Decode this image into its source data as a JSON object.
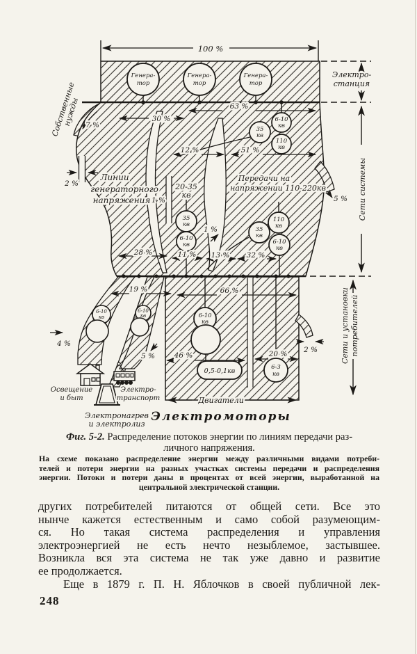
{
  "page": {
    "number": "248"
  },
  "colors": {
    "paper": "#f5f3ec",
    "ink": "#1c1a17"
  },
  "diagram": {
    "sections": {
      "station_l1": "Электро-",
      "station_l2": "станция",
      "system_nets": "Сети системы",
      "consumer_nets_l1": "Сети и установки",
      "consumer_nets_l2": "потребителей"
    },
    "labels": {
      "generator_l1": "Генера-",
      "generator_l2": "тор",
      "own_needs_l1": "Собственные",
      "own_needs_l2": "нужды",
      "gen_lines_l1": "Линии",
      "gen_lines_l2": "генераторного",
      "gen_lines_l3": "напряжения",
      "transmission_l1": "Передачи на",
      "transmission_l2": "напряжении 110-220кв",
      "v2035_l1": "20-35",
      "v2035_l2": "кв",
      "lighting_l1": "Освещение",
      "lighting_l2": "и быт",
      "transport_l1": "Электро-",
      "transport_l2": "транспорт",
      "heating_l1": "Электронагрев",
      "heating_l2": "и электролиз",
      "motors_dim": "Двигатели",
      "motors_title": "Электромоторы"
    },
    "xfmr": {
      "v35": "35",
      "v110": "110",
      "v610": "6-10",
      "v63": "6-3",
      "kv": "кв",
      "v0501": "0,5-0,1кв"
    },
    "pct": {
      "p100": "100 %",
      "p7": "7 %",
      "p30": "30 %",
      "p63": "63 %",
      "p2a": "2 %",
      "p12": "12 %",
      "p51": "51 %",
      "p1a": "1 %",
      "p1b": "1 %",
      "p5a": "5 %",
      "p28": "28 %",
      "p11": "11 %",
      "p13": "13 %",
      "p32": "32 %",
      "p19": "19 %",
      "p66": "66 %",
      "p4": "4 %",
      "p5b": "5 %",
      "p46": "46 %",
      "p20": "20 %",
      "p2b": "2 %"
    }
  },
  "figure_caption": {
    "prefix": "Фиг. 5-2.",
    "line1": "Распределение потоков энергии по линиям передачи раз-",
    "line2": "личного напряжения."
  },
  "figure_note": {
    "line1": "На схеме показано распределение энергии между различными видами потреби-",
    "line2": "телей и потери энергии на разных участках системы передачи и распределения",
    "line3": "энергии. Потоки и потери даны в процентах от всей энергии, выработанной на",
    "line4": "центральной электрической станции."
  },
  "body_text": {
    "lines": [
      "других потребителей питаются от общей сети. Все это",
      "нынче кажется естественным и само собой разумеющим-",
      "ся. Но такая система распределения и управления",
      "электроэнергией не есть нечто незыблемое, застывшее.",
      "Возникла вся эта система не так уже давно и развитие",
      "ее продолжается.",
      "Еще в 1879 г. П. Н. Яблочков в своей публичной лек-"
    ]
  }
}
